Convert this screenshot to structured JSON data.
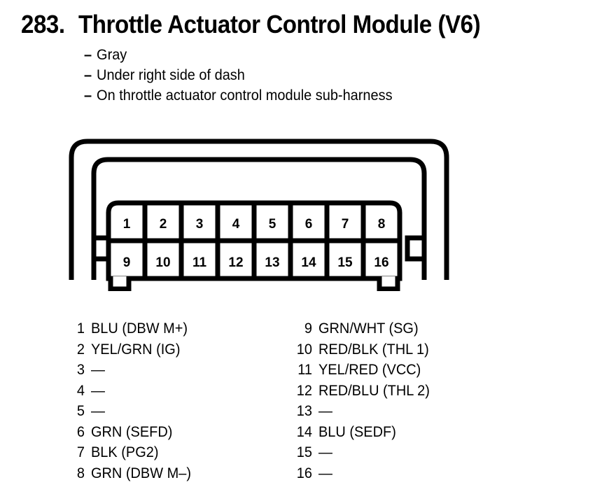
{
  "header": {
    "number": "283.",
    "title": "Throttle Actuator Control Module (V6)",
    "descriptions": [
      {
        "dash": "–",
        "text": "Gray"
      },
      {
        "dash": "–",
        "text": "Under right side of dash"
      },
      {
        "dash": "–",
        "text": "On throttle actuator control module sub-harness"
      }
    ]
  },
  "connector": {
    "name": "16-pin-connector",
    "rows": [
      {
        "pins": [
          "1",
          "2",
          "3",
          "4",
          "5",
          "6",
          "7",
          "8"
        ]
      },
      {
        "pins": [
          "9",
          "10",
          "11",
          "12",
          "13",
          "14",
          "15",
          "16"
        ]
      }
    ],
    "pin_labels": {
      "p1": "1",
      "p2": "2",
      "p3": "3",
      "p4": "4",
      "p5": "5",
      "p6": "6",
      "p7": "7",
      "p8": "8",
      "p9": "9",
      "p10": "10",
      "p11": "11",
      "p12": "12",
      "p13": "13",
      "p14": "14",
      "p15": "15",
      "p16": "16"
    },
    "stroke_color": "#000000",
    "fill_color": "#ffffff"
  },
  "legend": {
    "left": [
      {
        "pin": "1",
        "wire": "BLU (DBW M+)"
      },
      {
        "pin": "2",
        "wire": "YEL/GRN (IG)"
      },
      {
        "pin": "3",
        "wire": "—"
      },
      {
        "pin": "4",
        "wire": "—"
      },
      {
        "pin": "5",
        "wire": "—"
      },
      {
        "pin": "6",
        "wire": "GRN (SEFD)"
      },
      {
        "pin": "7",
        "wire": "BLK (PG2)"
      },
      {
        "pin": "8",
        "wire": "GRN (DBW M–)"
      }
    ],
    "right": [
      {
        "pin": "9",
        "wire": "GRN/WHT (SG)"
      },
      {
        "pin": "10",
        "wire": "RED/BLK (THL 1)"
      },
      {
        "pin": "11",
        "wire": "YEL/RED (VCC)"
      },
      {
        "pin": "12",
        "wire": "RED/BLU (THL 2)"
      },
      {
        "pin": "13",
        "wire": "—"
      },
      {
        "pin": "14",
        "wire": "BLU (SEDF)"
      },
      {
        "pin": "15",
        "wire": "—"
      },
      {
        "pin": "16",
        "wire": "—"
      }
    ]
  }
}
